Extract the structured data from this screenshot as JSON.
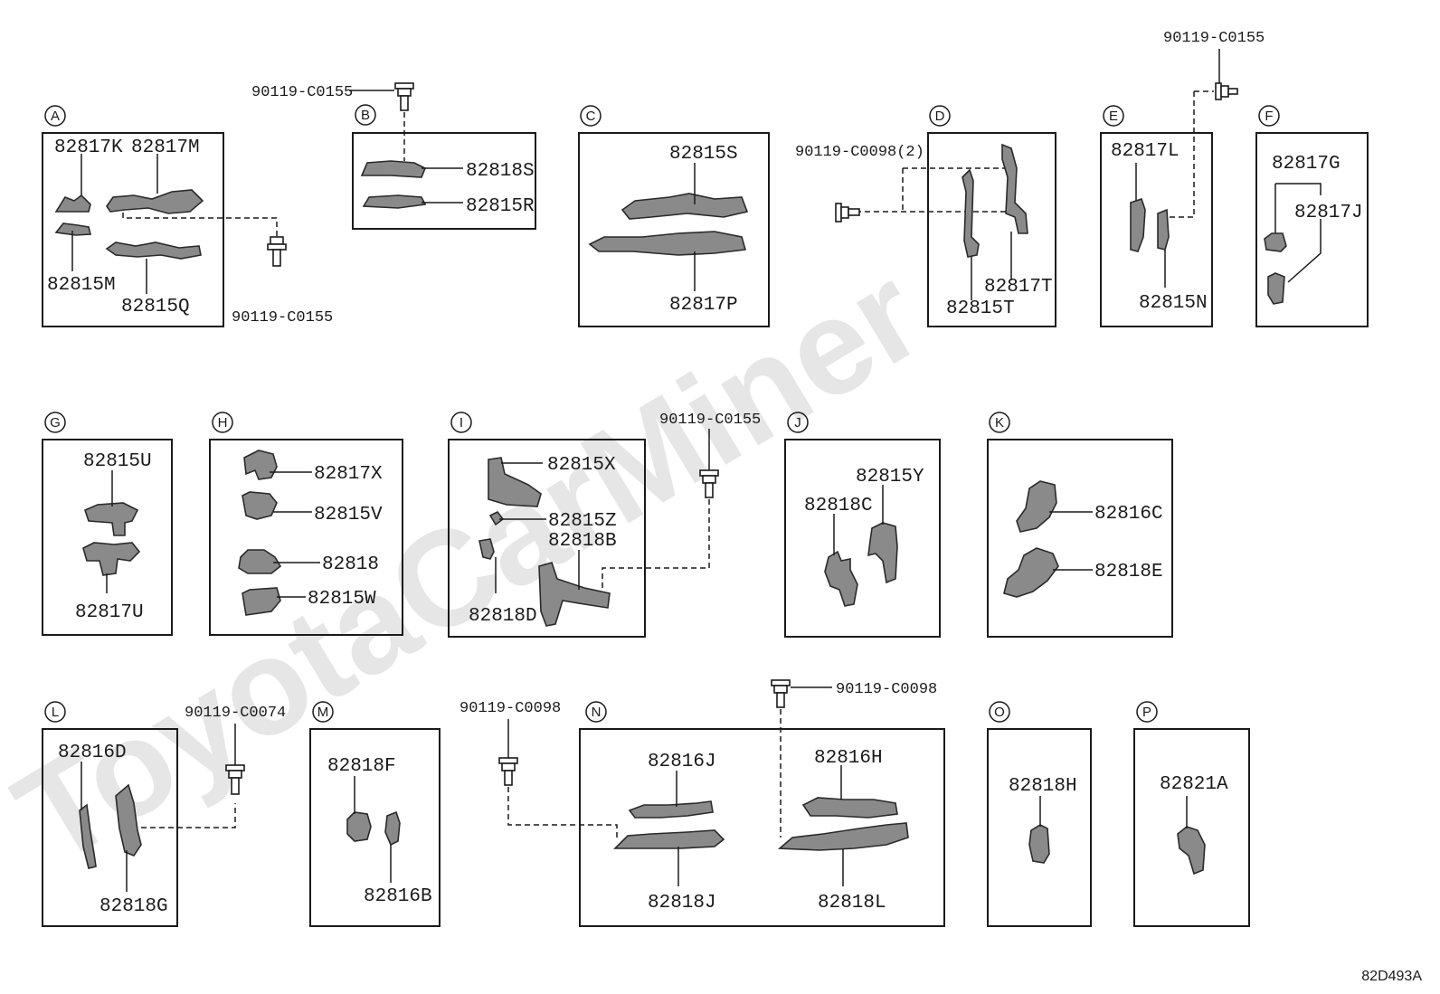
{
  "watermark": "ToyotaCarMiner",
  "diagram_code": "82D493A",
  "fasteners": {
    "b_top": "90119-C0155",
    "a_bottom": "90119-C0155",
    "d_left": "90119-C0098(2)",
    "e_top": "90119-C0155",
    "i_right": "90119-C0155",
    "l_right": "90119-C0074",
    "n_left": "90119-C0098",
    "n_top": "90119-C0098"
  },
  "insets": {
    "A": {
      "letter": "A",
      "parts": [
        "82817K",
        "82817M",
        "82815M",
        "82815Q"
      ]
    },
    "B": {
      "letter": "B",
      "parts": [
        "82818S",
        "82815R"
      ]
    },
    "C": {
      "letter": "C",
      "parts": [
        "82815S",
        "82817P"
      ]
    },
    "D": {
      "letter": "D",
      "parts": [
        "82817T",
        "82815T"
      ]
    },
    "E": {
      "letter": "E",
      "parts": [
        "82817L",
        "82815N"
      ]
    },
    "F": {
      "letter": "F",
      "parts": [
        "82817G",
        "82817J"
      ]
    },
    "G": {
      "letter": "G",
      "parts": [
        "82815U",
        "82817U"
      ]
    },
    "H": {
      "letter": "H",
      "parts": [
        "82817X",
        "82815V",
        "82818",
        "82815W"
      ]
    },
    "I": {
      "letter": "I",
      "parts": [
        "82815X",
        "82815Z",
        "82818B",
        "82818D"
      ]
    },
    "J": {
      "letter": "J",
      "parts": [
        "82815Y",
        "82818C"
      ]
    },
    "K": {
      "letter": "K",
      "parts": [
        "82816C",
        "82818E"
      ]
    },
    "L": {
      "letter": "L",
      "parts": [
        "82816D",
        "82818G"
      ]
    },
    "M": {
      "letter": "M",
      "parts": [
        "82818F",
        "82816B"
      ]
    },
    "N": {
      "letter": "N",
      "parts": [
        "82816J",
        "82816H",
        "82818J",
        "82818L"
      ]
    },
    "O": {
      "letter": "O",
      "parts": [
        "82818H"
      ]
    },
    "P": {
      "letter": "P",
      "parts": [
        "82821A"
      ]
    }
  }
}
